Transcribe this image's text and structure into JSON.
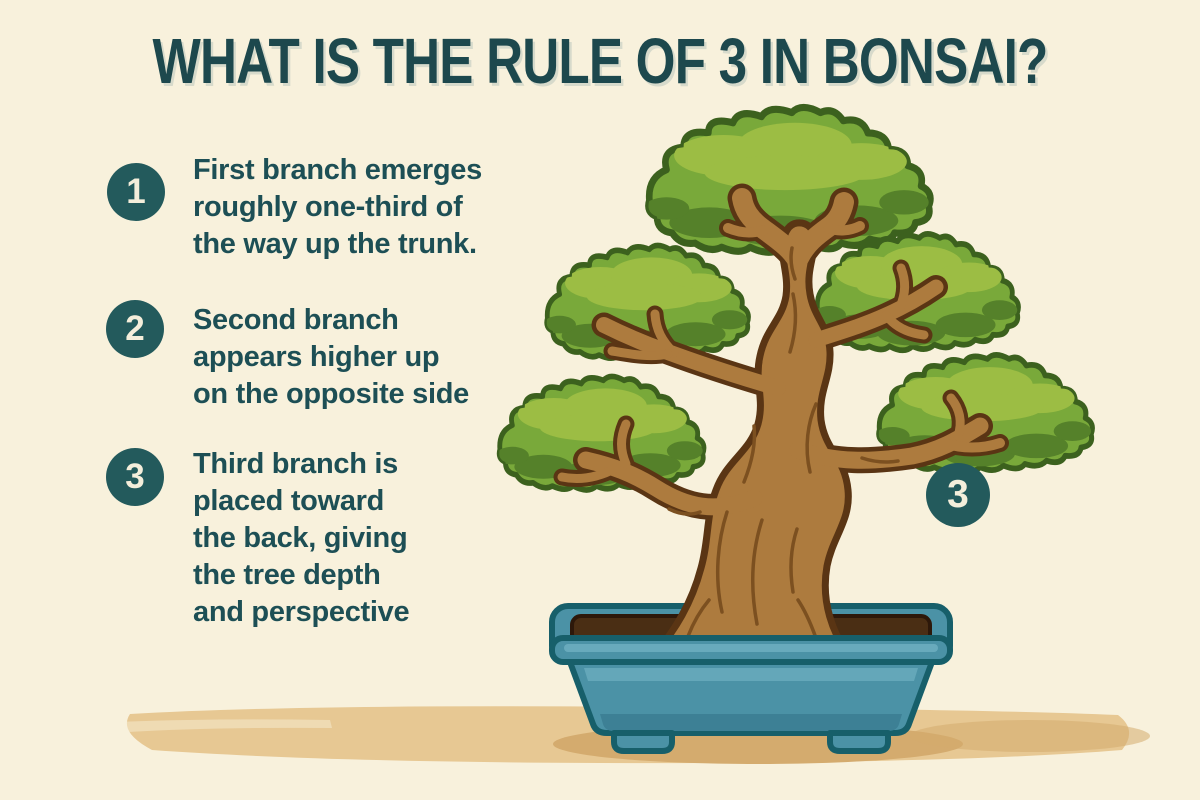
{
  "title": "WHAT IS THE RULE OF 3 IN BONSAI?",
  "steps": [
    {
      "number": "1",
      "lines": [
        "First branch emerges",
        "roughly one-third of",
        "the way up the trunk."
      ]
    },
    {
      "number": "2",
      "lines": [
        "Second branch",
        "appears higher up",
        "on the opposite side"
      ]
    },
    {
      "number": "3",
      "lines": [
        "Third branch is",
        "placed toward",
        "the back, giving",
        "the tree depth",
        "and perspective"
      ]
    }
  ],
  "tree_marker": {
    "number": "3"
  },
  "illustration": {
    "icon": "bonsai-tree-in-pot-icon"
  },
  "colors": {
    "background": "#f8f1dc",
    "heading": "#1d484d",
    "text": "#1d4f55",
    "badge": "#235a5c",
    "badge_text": "#f4eedb",
    "canopy": "#79a93a",
    "canopy_light": "#9cbd44",
    "canopy_dark": "#55812a",
    "canopy_outline": "#3c611e",
    "trunk": "#ad7b3e",
    "trunk_outline": "#5a3514",
    "bark_line": "#7c5020",
    "pot": "#4b92a6",
    "pot_light": "#68aabc",
    "pot_shade": "#3d8095",
    "pot_dark": "#175f6a",
    "soil": "#4a2e14",
    "soil_dark": "#2d180a",
    "ground": "#e7c893",
    "ground_shadow": "#d4ab6e"
  }
}
